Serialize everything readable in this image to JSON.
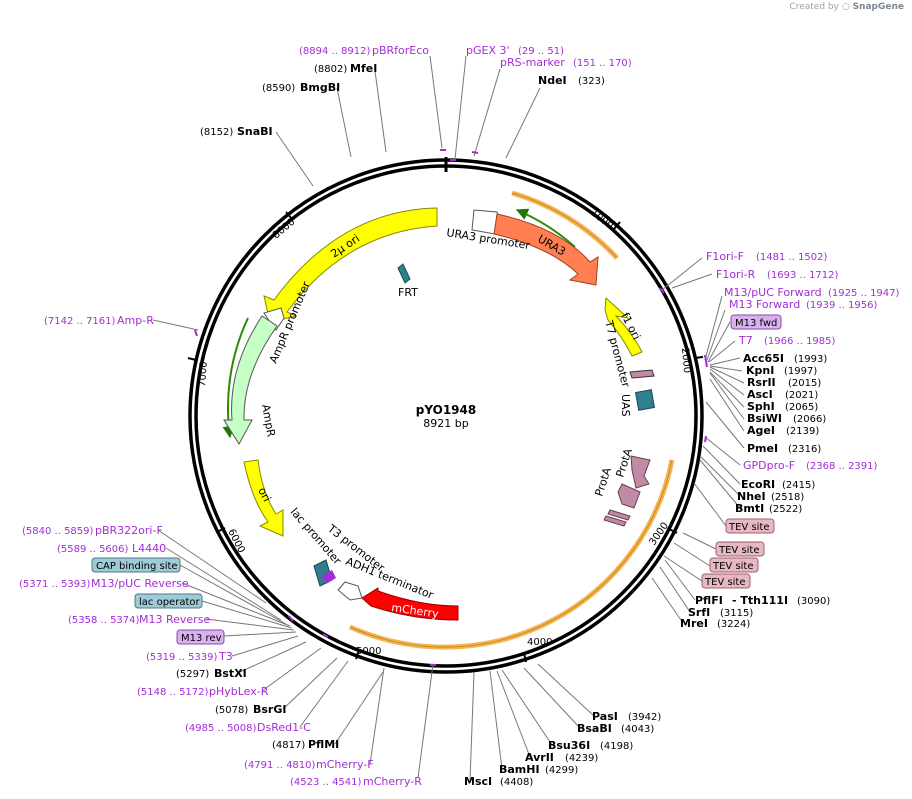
{
  "watermark": {
    "prefix": "Created by",
    "brand": "SnapGene"
  },
  "plasmid": {
    "name": "pYO1948",
    "size_label": "8921 bp",
    "length": 8921
  },
  "colors": {
    "enzyme": "#000000",
    "primer": "#a22dd5",
    "feature_yellow": "#ffff00",
    "feature_green": "#c5ffc5",
    "feature_orange": "#ff7f52",
    "feature_red": "#ff0000",
    "feature_teal": "#2f7f8f",
    "feature_pink": "#c08aa6",
    "orange_hl": "#f5b25a",
    "green_hl": "#2a8a00",
    "tev_box": "#e7b8c2",
    "cap_box": "#9fcad8",
    "m13_box": "#d8b2ee"
  },
  "ticks": [
    "1000",
    "2000",
    "3000",
    "4000",
    "5000",
    "6000",
    "7000",
    "8000"
  ],
  "features": [
    {
      "name": "URA3 promoter",
      "kind": "promoter"
    },
    {
      "name": "URA3"
    },
    {
      "name": "FRT"
    },
    {
      "name": "2µ ori"
    },
    {
      "name": "AmpR promoter",
      "kind": "promoter"
    },
    {
      "name": "AmpR"
    },
    {
      "name": "f1 ori"
    },
    {
      "name": "T7 promoter",
      "kind": "promoter"
    },
    {
      "name": "UAS"
    },
    {
      "name": "ProtA"
    },
    {
      "name": "ProtA"
    },
    {
      "name": "ori"
    },
    {
      "name": "lac promoter",
      "kind": "promoter"
    },
    {
      "name": "T3 promoter",
      "kind": "promoter"
    },
    {
      "name": "ADH1 terminator",
      "kind": "terminator"
    },
    {
      "name": "mCherry"
    }
  ],
  "labels": [
    {
      "name": "pBRforEco",
      "pos": "(8894 .. 8912)",
      "type": "primer"
    },
    {
      "name": "MfeI",
      "pos": "(8802)",
      "type": "enzyme"
    },
    {
      "name": "BmgBI",
      "pos": "(8590)",
      "type": "enzyme"
    },
    {
      "name": "SnaBI",
      "pos": "(8152)",
      "type": "enzyme"
    },
    {
      "name": "pGEX 3'",
      "pos": "(29 .. 51)",
      "type": "primer"
    },
    {
      "name": "pRS-marker",
      "pos": "(151 .. 170)",
      "type": "primer"
    },
    {
      "name": "NdeI",
      "pos": "(323)",
      "type": "enzyme"
    },
    {
      "name": "F1ori-F",
      "pos": "(1481 .. 1502)",
      "type": "primer"
    },
    {
      "name": "F1ori-R",
      "pos": "(1693 .. 1712)",
      "type": "primer"
    },
    {
      "name": "M13/pUC Forward",
      "pos": "(1925 .. 1947)",
      "type": "primer"
    },
    {
      "name": "M13 Forward",
      "pos": "(1939 .. 1956)",
      "type": "primer"
    },
    {
      "name": "M13 fwd",
      "pos": "",
      "type": "boxed"
    },
    {
      "name": "T7",
      "pos": "(1966 .. 1985)",
      "type": "primer"
    },
    {
      "name": "Acc65I",
      "pos": "(1993)",
      "type": "enzyme"
    },
    {
      "name": "KpnI",
      "pos": "(1997)",
      "type": "enzyme"
    },
    {
      "name": "RsrII",
      "pos": "(2015)",
      "type": "enzyme"
    },
    {
      "name": "AscI",
      "pos": "(2021)",
      "type": "enzyme"
    },
    {
      "name": "SphI",
      "pos": "(2065)",
      "type": "enzyme"
    },
    {
      "name": "BsiWI",
      "pos": "(2066)",
      "type": "enzyme"
    },
    {
      "name": "AgeI",
      "pos": "(2139)",
      "type": "enzyme"
    },
    {
      "name": "PmeI",
      "pos": "(2316)",
      "type": "enzyme"
    },
    {
      "name": "GPDpro-F",
      "pos": "(2368 .. 2391)",
      "type": "primer"
    },
    {
      "name": "EcoRI",
      "pos": "(2415)",
      "type": "enzyme"
    },
    {
      "name": "NheI",
      "pos": "(2518)",
      "type": "enzyme"
    },
    {
      "name": "BmtI",
      "pos": "(2522)",
      "type": "enzyme"
    },
    {
      "name": "TEV site",
      "pos": "",
      "type": "boxed"
    },
    {
      "name": "TEV site",
      "pos": "",
      "type": "boxed"
    },
    {
      "name": "TEV site",
      "pos": "",
      "type": "boxed"
    },
    {
      "name": "TEV site",
      "pos": "",
      "type": "boxed"
    },
    {
      "name": "PflFI",
      "pos": "",
      "type": "enzyme"
    },
    {
      "name": "- Tth111I",
      "pos": "(3090)",
      "type": "enzyme"
    },
    {
      "name": "SrfI",
      "pos": "(3115)",
      "type": "enzyme"
    },
    {
      "name": "MreI",
      "pos": "(3224)",
      "type": "enzyme"
    },
    {
      "name": "PasI",
      "pos": "(3942)",
      "type": "enzyme"
    },
    {
      "name": "BsaBI",
      "pos": "(4043)",
      "type": "enzyme"
    },
    {
      "name": "Bsu36I",
      "pos": "(4198)",
      "type": "enzyme"
    },
    {
      "name": "AvrII",
      "pos": "(4239)",
      "type": "enzyme"
    },
    {
      "name": "BamHI",
      "pos": "(4299)",
      "type": "enzyme"
    },
    {
      "name": "MscI",
      "pos": "(4408)",
      "type": "enzyme"
    },
    {
      "name": "mCherry-R",
      "pos": "(4523 .. 4541)",
      "type": "primer"
    },
    {
      "name": "mCherry-F",
      "pos": "(4791 .. 4810)",
      "type": "primer"
    },
    {
      "name": "PflMI",
      "pos": "(4817)",
      "type": "enzyme"
    },
    {
      "name": "DsRed1-C",
      "pos": "(4985 .. 5008)",
      "type": "primer"
    },
    {
      "name": "BsrGI",
      "pos": "(5078)",
      "type": "enzyme"
    },
    {
      "name": "pHybLex-R",
      "pos": "(5148 .. 5172)",
      "type": "primer"
    },
    {
      "name": "BstXI",
      "pos": "(5297)",
      "type": "enzyme"
    },
    {
      "name": "T3",
      "pos": "(5319 .. 5339)",
      "type": "primer"
    },
    {
      "name": "M13 rev",
      "pos": "",
      "type": "boxed"
    },
    {
      "name": "M13 Reverse",
      "pos": "(5358 .. 5374)",
      "type": "primer"
    },
    {
      "name": "lac operator",
      "pos": "",
      "type": "boxed"
    },
    {
      "name": "M13/pUC Reverse",
      "pos": "(5371 .. 5393)",
      "type": "primer"
    },
    {
      "name": "CAP binding site",
      "pos": "",
      "type": "boxed"
    },
    {
      "name": "L4440",
      "pos": "(5589 .. 5606)",
      "type": "primer"
    },
    {
      "name": "pBR322ori-F",
      "pos": "(5840 .. 5859)",
      "type": "primer"
    },
    {
      "name": "Amp-R",
      "pos": "(7142 .. 7161)",
      "type": "primer"
    }
  ]
}
